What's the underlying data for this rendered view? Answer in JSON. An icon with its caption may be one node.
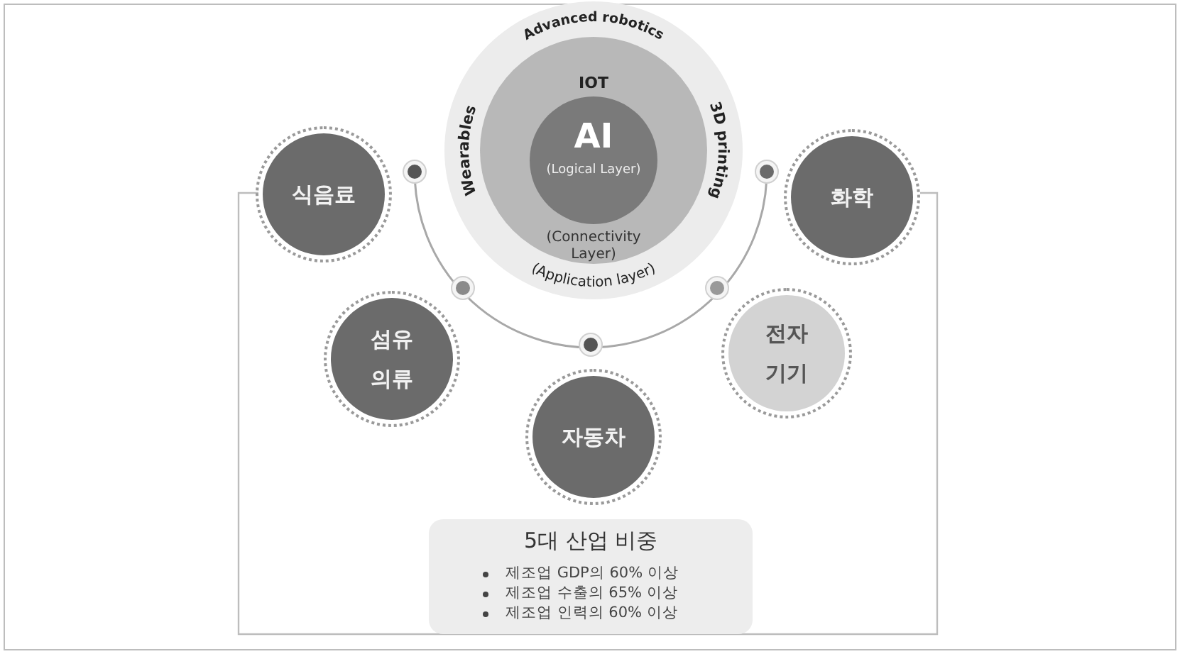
{
  "diagram": {
    "nodes": [
      {
        "text": [
          "Advanced robotics",
          "Wearables",
          "3D printing",
          "(Application layer)"
        ]
      },
      {
        "text": [
          "IOT",
          "(Connectivity Layer)"
        ],
        "in": 0
      },
      {
        "text": [
          "AI",
          "(Logical Layer)"
        ],
        "in": 1
      },
      {
        "text": [
          "식음료"
        ]
      },
      {
        "text": [
          "화학"
        ]
      },
      {
        "text": [
          "섬유 의류"
        ]
      },
      {
        "text": [
          "전자 기기"
        ]
      },
      {
        "text": [
          "자동차"
        ]
      },
      {
        "text": [
          "5대 산업 비중",
          "제조업 GDP의 60% 이상",
          "제조업 수출의 65% 이상",
          "제조업 인력의 60% 이상"
        ]
      }
    ]
  }
}
